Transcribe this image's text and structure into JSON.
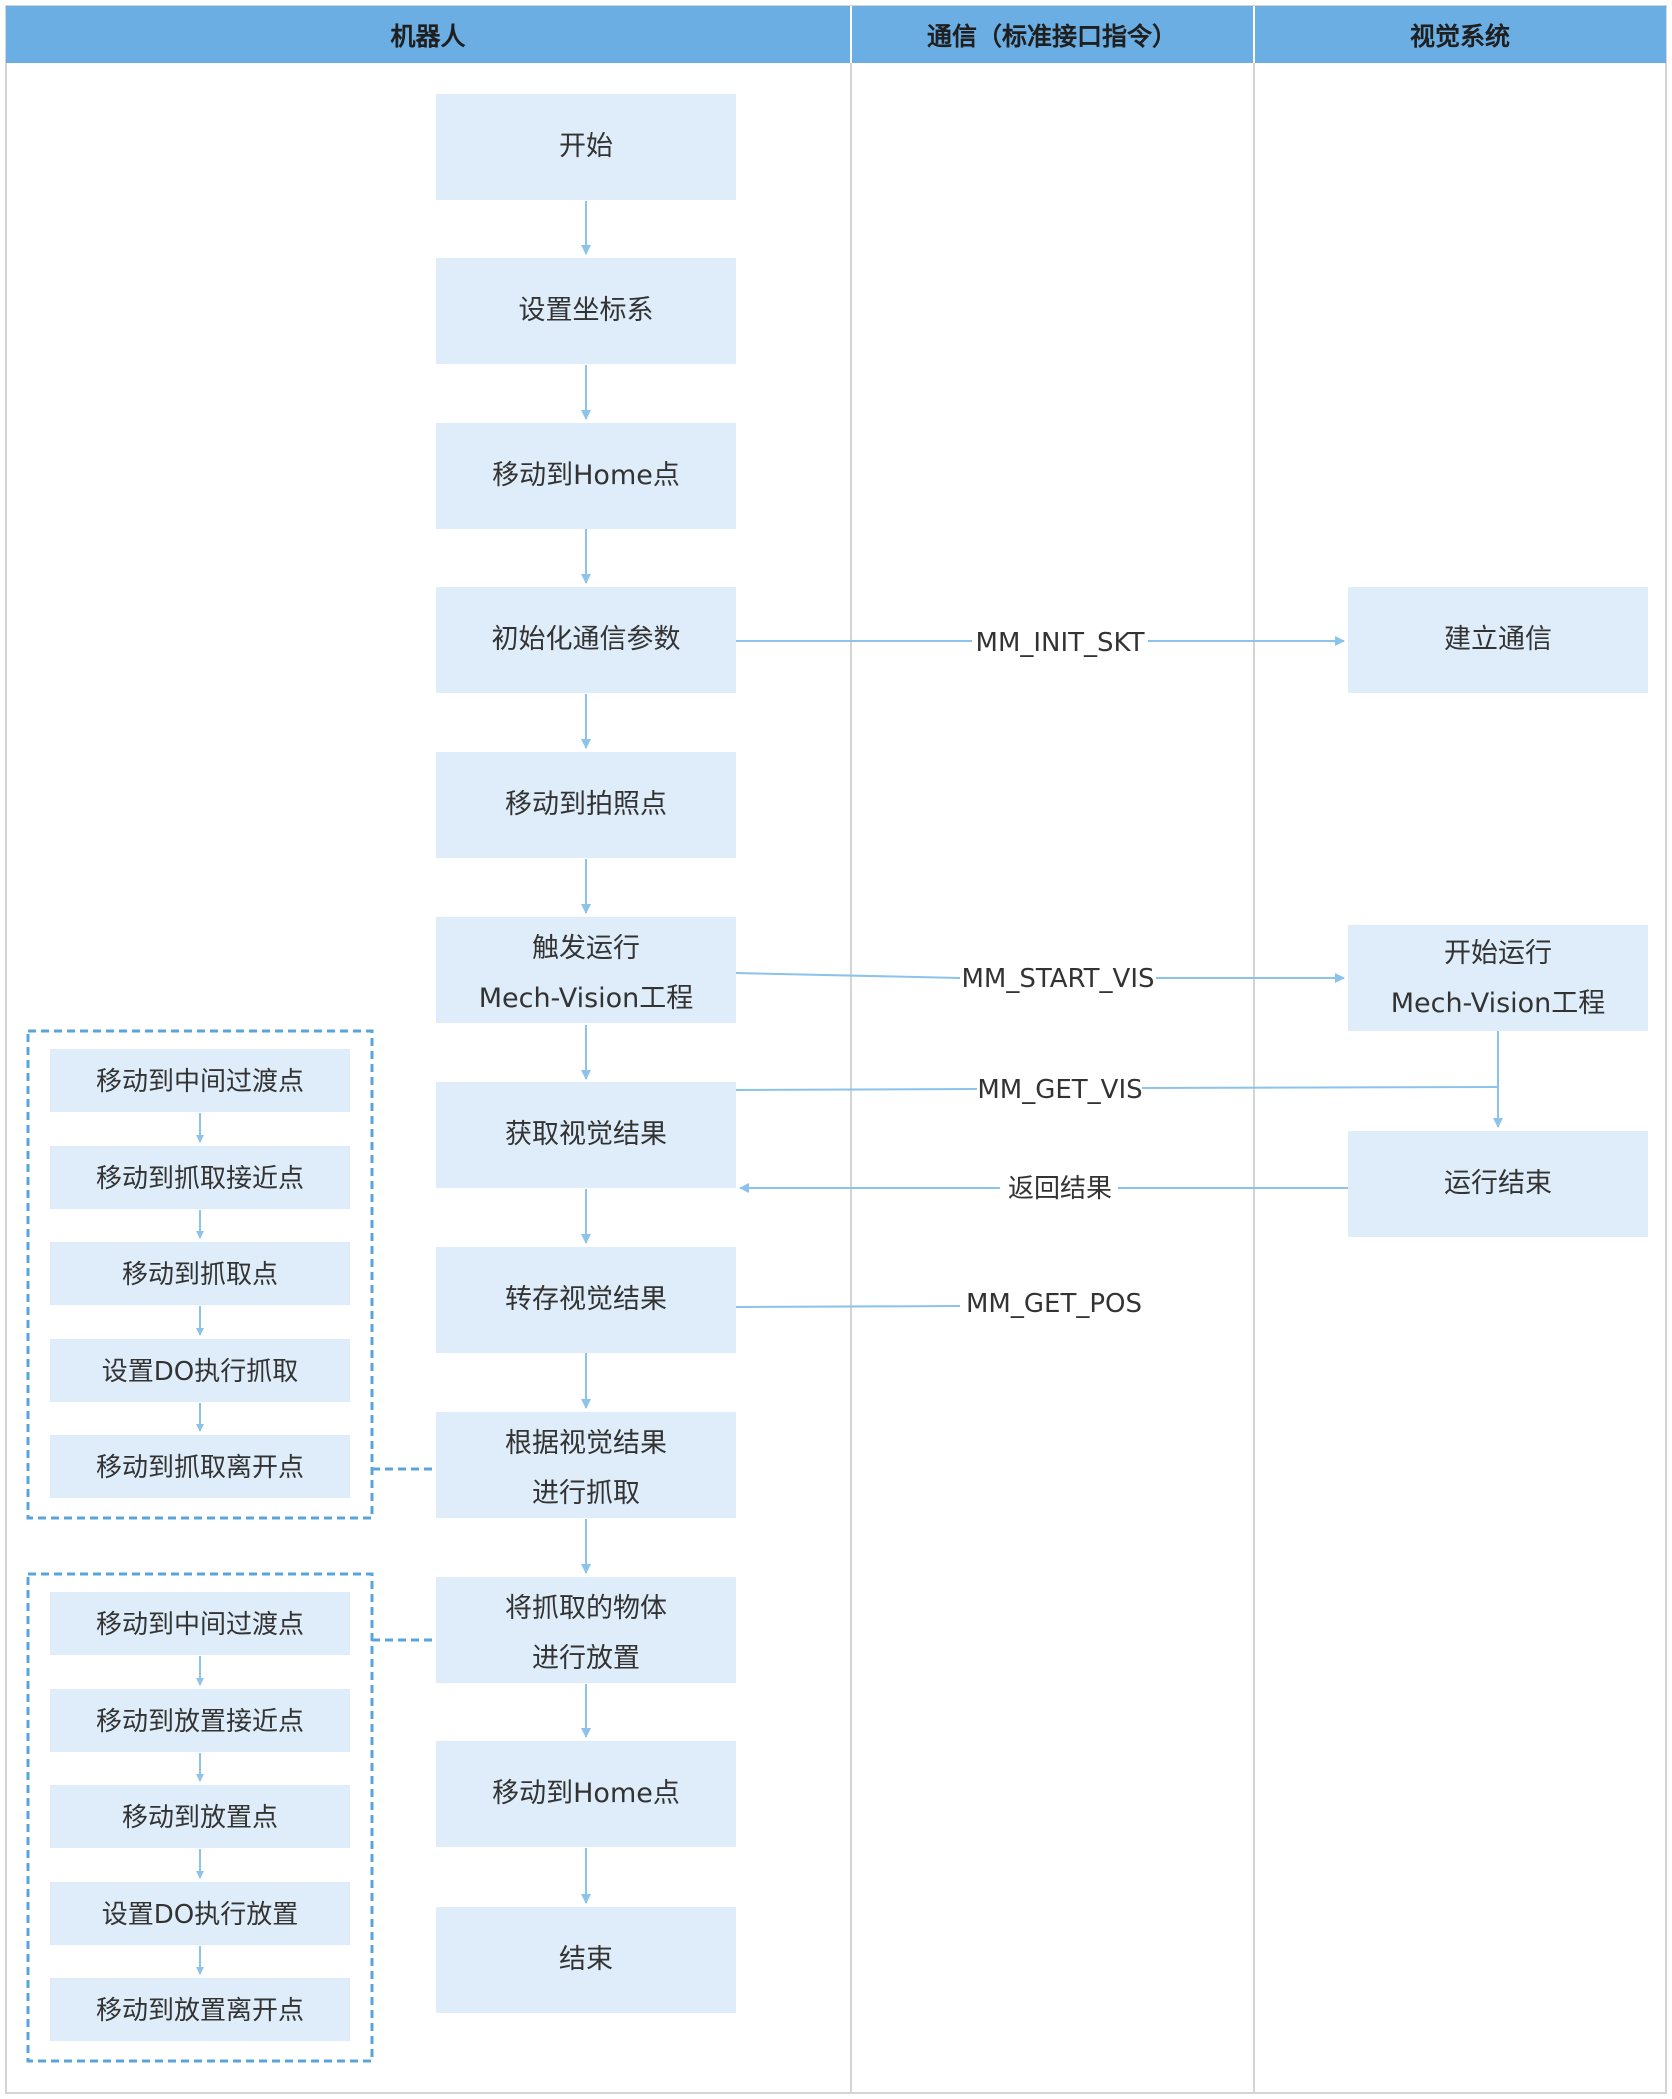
{
  "lanes": {
    "robot": "机器人",
    "comm": "通信（标准接口指令）",
    "vision": "视觉系统"
  },
  "robot_steps": {
    "start": "开始",
    "set_coord": "设置坐标系",
    "move_home_1": "移动到Home点",
    "init_comm": "初始化通信参数",
    "move_photo": "移动到拍照点",
    "trigger_l1": "触发运行",
    "trigger_l2": "Mech-Vision工程",
    "get_result": "获取视觉结果",
    "save_result": "转存视觉结果",
    "pick_l1": "根据视觉结果",
    "pick_l2": "进行抓取",
    "place_l1": "将抓取的物体",
    "place_l2": "进行放置",
    "move_home_2": "移动到Home点",
    "end": "结束"
  },
  "vision_steps": {
    "establish": "建立通信",
    "run_l1": "开始运行",
    "run_l2": "Mech-Vision工程",
    "run_end": "运行结束"
  },
  "messages": {
    "init_skt": "MM_INIT_SKT",
    "start_vis": "MM_START_VIS",
    "get_vis": "MM_GET_VIS",
    "return_result": "返回结果",
    "get_pos": "MM_GET_POS"
  },
  "pick_substeps": [
    "移动到中间过渡点",
    "移动到抓取接近点",
    "移动到抓取点",
    "设置DO执行抓取",
    "移动到抓取离开点"
  ],
  "place_substeps": [
    "移动到中间过渡点",
    "移动到放置接近点",
    "移动到放置点",
    "设置DO执行放置",
    "移动到放置离开点"
  ],
  "colors": {
    "header": "#6aaee3",
    "box": "#deedf9",
    "arrow": "#8cc3ea",
    "dashed": "#5aa4dc",
    "lane_line": "#d4d4d4"
  }
}
